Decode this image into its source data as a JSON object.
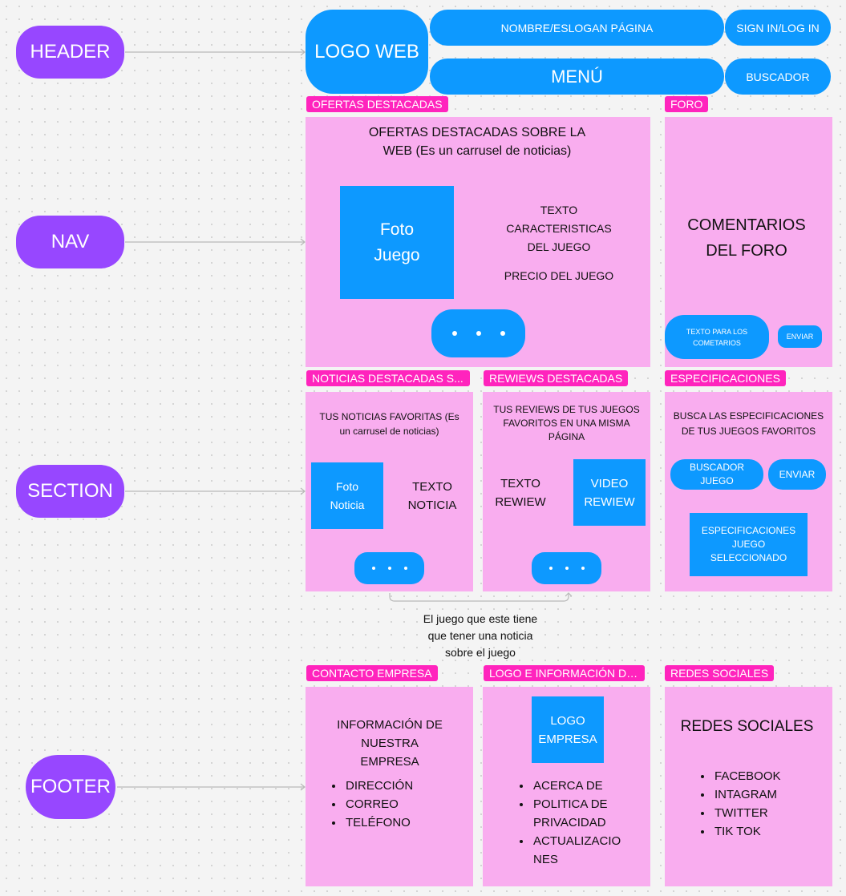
{
  "sections": {
    "header": "HEADER",
    "nav": "NAV",
    "section": "SECTION",
    "footer": "FOOTER"
  },
  "header": {
    "logo": "LOGO WEB",
    "name": "NOMBRE/ESLOGAN PÁGINA",
    "signin": "SIGN IN/LOG IN",
    "menu": "MENÚ",
    "search": "BUSCADOR"
  },
  "ofertas": {
    "tag": "OFERTAS DESTACADAS",
    "title": "OFERTAS DESTACADAS SOBRE LA WEB (Es un carrusel de noticias)",
    "photo": "Foto Juego",
    "text": "TEXTO CARACTERISTICAS DEL JUEGO",
    "price": "PRECIO DEL JUEGO"
  },
  "foro": {
    "tag": "FORO",
    "title": "COMENTARIOS DEL FORO",
    "input": "TEXTO PARA LOS COMETARIOS",
    "send": "ENVIAR"
  },
  "noticias": {
    "tag": "NOTICIAS DESTACADAS S...",
    "title": "TUS NOTICIAS FAVORITAS (Es un carrusel de noticias)",
    "photo": "Foto Noticia",
    "text": "TEXTO NOTICIA"
  },
  "reviews": {
    "tag": "REWIEWS DESTACADAS",
    "title": "TUS REVIEWS DE TUS JUEGOS FAVORITOS EN UNA MISMA PÁGINA",
    "text": "TEXTO REWIEW",
    "video": "VIDEO REWIEW"
  },
  "especificaciones": {
    "tag": "ESPECIFICACIONES",
    "title": "BUSCA LAS ESPECIFICACIONES DE TUS JUEGOS FAVORITOS",
    "search": "BUSCADOR JUEGO",
    "send": "ENVIAR",
    "result": "ESPECIFICACIONES JUEGO SELECCIONADO"
  },
  "note": "El juego que este tiene que tener una noticia sobre el juego",
  "contacto": {
    "tag": "CONTACTO EMPRESA",
    "title": "INFORMACIÓN DE NUESTRA EMPRESA",
    "items": [
      "DIRECCIÓN",
      "CORREO",
      "TELÉFONO"
    ]
  },
  "logoinfo": {
    "tag": "LOGO E INFORMACIÓN DE ...",
    "logo": "LOGO EMPRESA",
    "items": [
      "ACERCA DE",
      "POLITICA DE PRIVACIDAD",
      "ACTUALIZACIONES"
    ]
  },
  "redes": {
    "tag": "REDES SOCIALES",
    "title": "REDES SOCIALES",
    "items": [
      "FACEBOOK",
      "INTAGRAM",
      "TWITTER",
      "TIK TOK"
    ]
  },
  "colors": {
    "section_pill": "#9747ff",
    "blue": "#0d99ff",
    "tag": "#ff24bd",
    "frame": "#f9adef"
  }
}
